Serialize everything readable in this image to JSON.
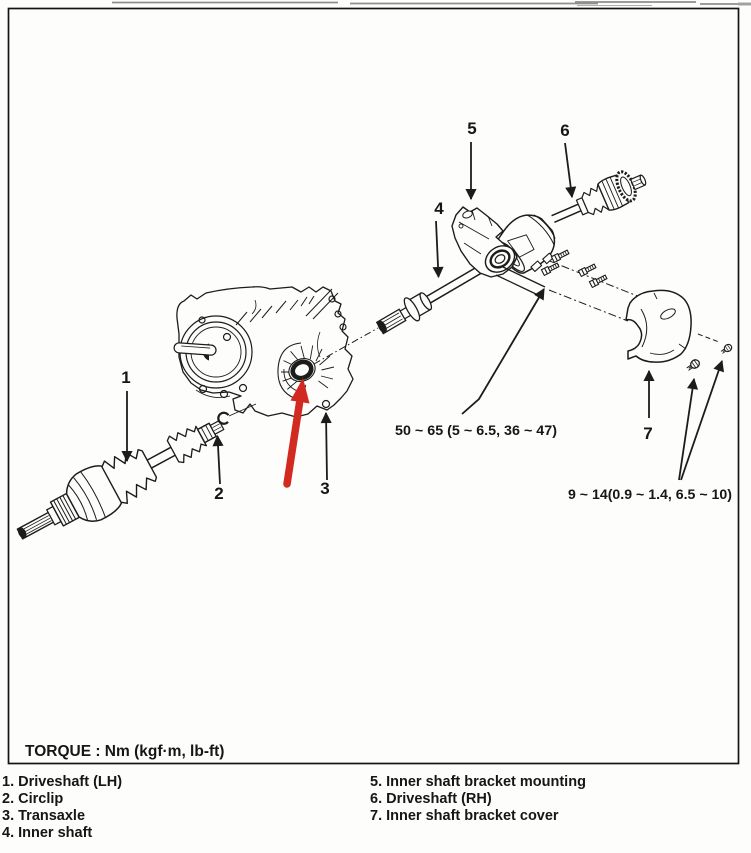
{
  "colors": {
    "ink": "#1c1c1c",
    "paper": "#fdfdfb",
    "highlight_red": "#d22a20"
  },
  "torque_note": "TORQUE : Nm (kgf·m, lb-ft)",
  "torque_specs": {
    "inner_shaft_bracket": "50 ~ 65 (5 ~ 6.5, 36 ~ 47)",
    "bracket_cover": "9 ~ 14(0.9 ~ 1.4, 6.5 ~ 10)"
  },
  "callouts": [
    "1",
    "2",
    "3",
    "4",
    "5",
    "6",
    "7"
  ],
  "legend": {
    "left": [
      "1. Driveshaft (LH)",
      "2. Circlip",
      "3. Transaxle",
      "4. Inner shaft"
    ],
    "right": [
      "5. Inner shaft bracket mounting",
      "6. Driveshaft (RH)",
      "7. Inner shaft bracket cover"
    ]
  }
}
